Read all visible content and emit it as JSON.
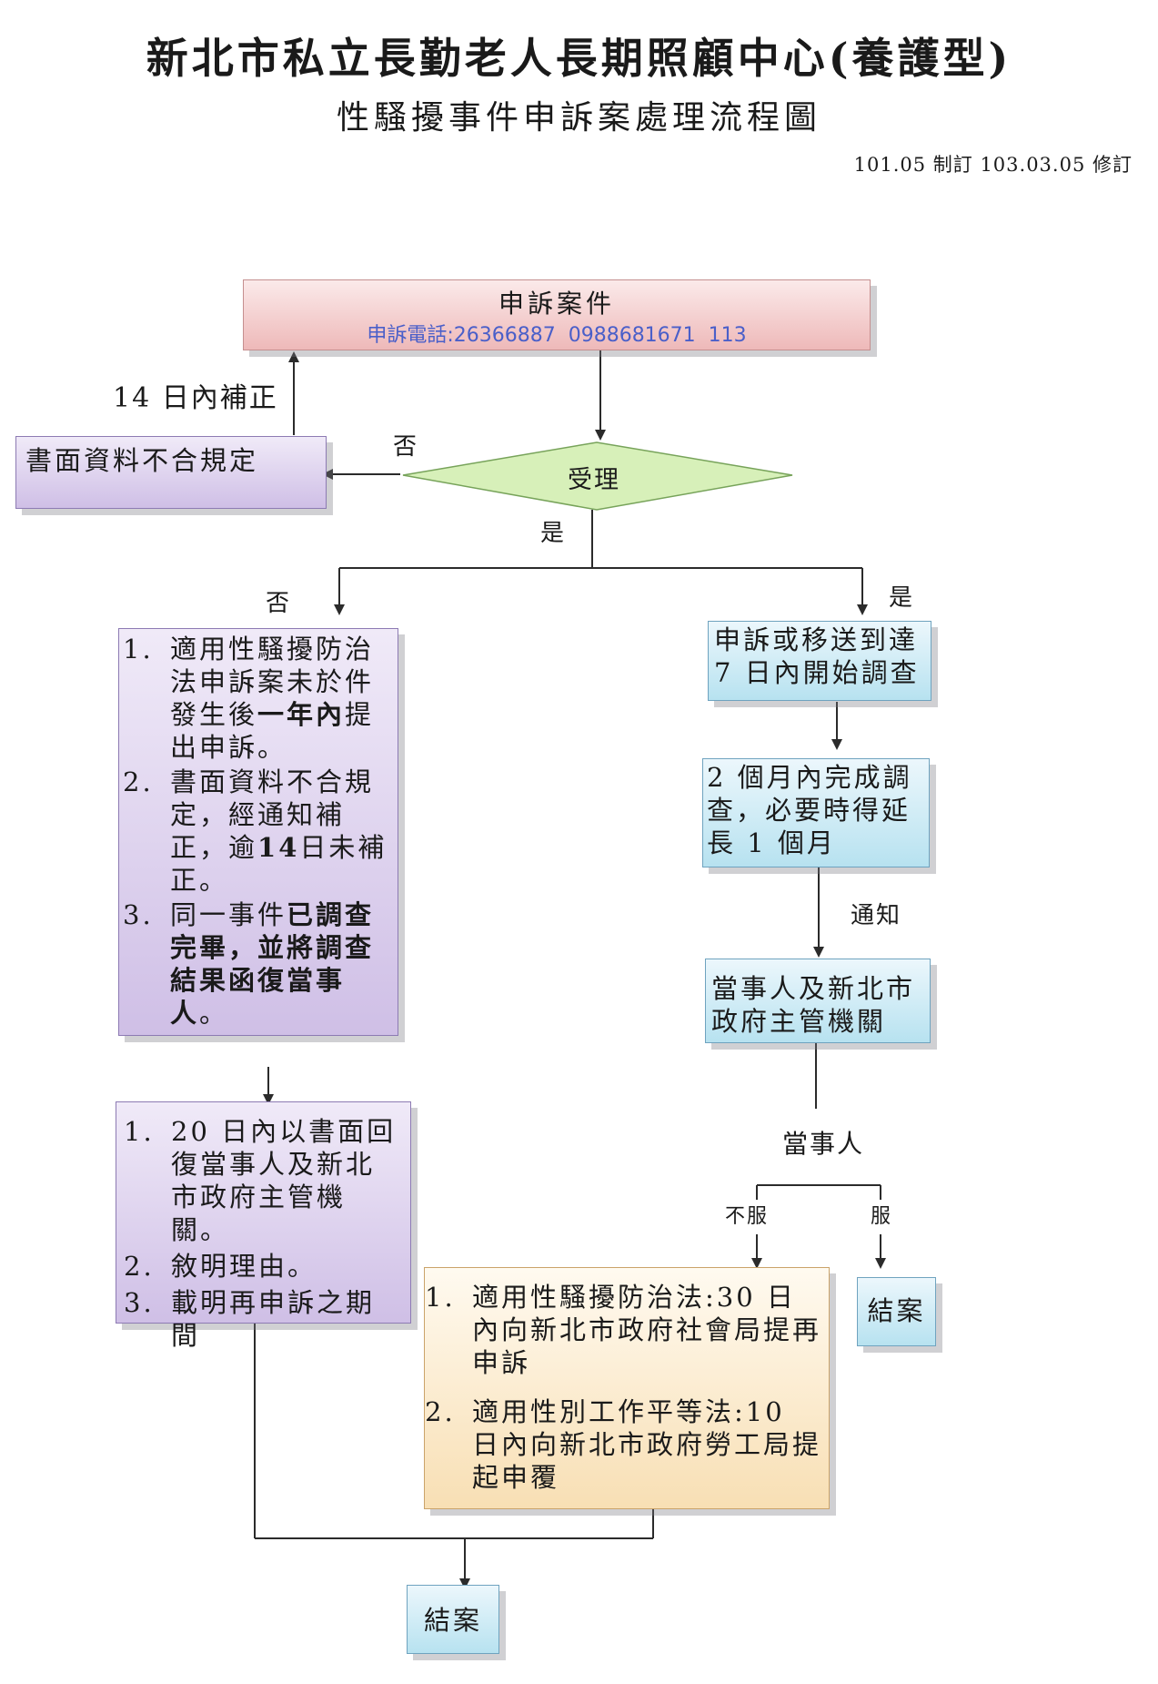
{
  "header": {
    "title": "新北市私立長勤老人長期照顧中心(養護型)",
    "subtitle": "性騷擾事件申訴案處理流程圖",
    "revision": "101.05 制訂 103.03.05 修訂"
  },
  "nodes": {
    "complaint": {
      "title": "申訴案件",
      "phone": "申訴電話:26366887  0988681671  113"
    },
    "invalid_docs": {
      "text": "書面資料不合規定"
    },
    "accept": {
      "text": "受理"
    },
    "reject_reasons": {
      "items": [
        {
          "num": "1.",
          "parts": [
            {
              "t": "適用性騷擾防治法申訴案未於件發生後",
              "b": false
            },
            {
              "t": "一年內",
              "b": true
            },
            {
              "t": "提出申訴。",
              "b": false
            }
          ]
        },
        {
          "num": "2.",
          "parts": [
            {
              "t": "書面資料不合規定，經通知補正，逾",
              "b": false
            },
            {
              "t": "14",
              "b": true
            },
            {
              "t": "日未補正。",
              "b": false
            }
          ]
        },
        {
          "num": "3.",
          "parts": [
            {
              "t": "同一事件",
              "b": false
            },
            {
              "t": "已調查完畢，並將調查結果函復當事人",
              "b": true
            },
            {
              "t": "。",
              "b": false
            }
          ]
        }
      ]
    },
    "reply": {
      "items": [
        {
          "num": "1.",
          "text": "20 日內以書面回復當事人及新北市政府主管機關。"
        },
        {
          "num": "2.",
          "text": "敘明理由。"
        },
        {
          "num": "3.",
          "text": "載明再申訴之期間"
        }
      ]
    },
    "investigate_start": {
      "text": "申訴或移送到達 7 日內開始調查"
    },
    "investigate_complete": {
      "text": "2 個月內完成調查，必要時得延長 1 個月"
    },
    "notify_parties": {
      "text": "當事人及新北市政府主管機關"
    },
    "appeal": {
      "items": [
        {
          "num": "1.",
          "text": "適用性騷擾防治法:30 日內向新北市政府社會局提再申訴"
        },
        {
          "num": "2.",
          "text": "適用性別工作平等法:10 日內向新北市政府勞工局提起申覆"
        }
      ]
    },
    "close_right": {
      "text": "結案"
    },
    "close_bottom": {
      "text": "結案"
    }
  },
  "labels": {
    "correct_14": "14 日內補正",
    "no_top": "否",
    "yes_top": "是",
    "no_left": "否",
    "yes_right": "是",
    "notify": "通知",
    "party": "當事人",
    "disagree": "不服",
    "agree": "服"
  },
  "colors": {
    "line": "#2b2b2b",
    "phone_text": "#4a5fc9"
  }
}
